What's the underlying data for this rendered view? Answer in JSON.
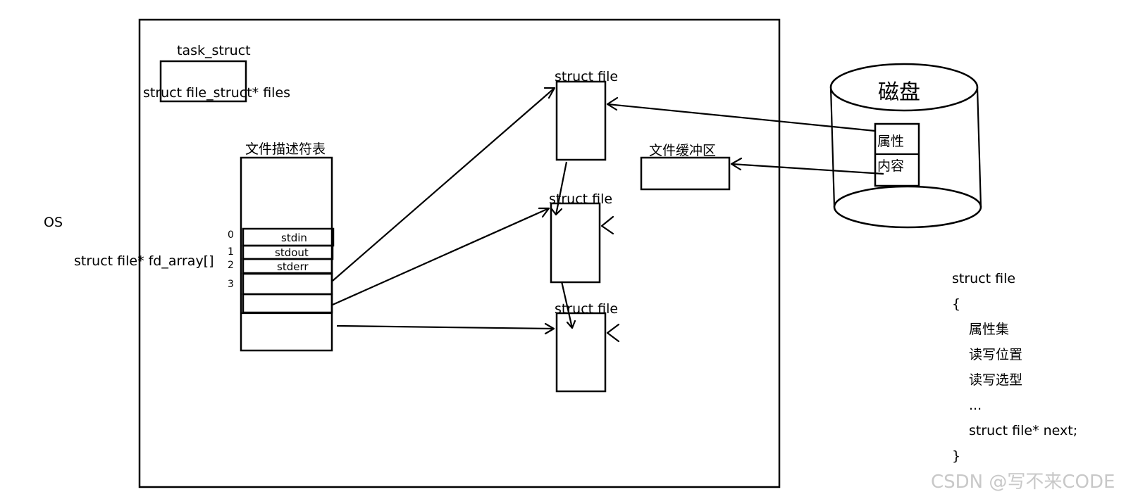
{
  "os_label": "OS",
  "task_struct": {
    "title": "task_struct",
    "field": "struct file_struct* files"
  },
  "fd_table": {
    "title": "文件描述符表",
    "array_label": "struct file* fd_array[]",
    "rows": [
      {
        "index": "0",
        "label": "stdin"
      },
      {
        "index": "1",
        "label": "stdout"
      },
      {
        "index": "2",
        "label": "stderr"
      },
      {
        "index": "3",
        "label": ""
      }
    ]
  },
  "struct_file_nodes": [
    {
      "label": "struct file"
    },
    {
      "label": "struct file"
    },
    {
      "label": "struct file"
    }
  ],
  "buffer": {
    "label": "文件缓冲区"
  },
  "disk": {
    "title": "磁盘",
    "attr": "属性",
    "content": "内容"
  },
  "code": {
    "lines": [
      "struct file",
      "{",
      "属性集",
      "读写位置",
      "读写选型",
      "...",
      "struct file* next;",
      "}"
    ]
  },
  "watermark": "CSDN @写不来CODE"
}
